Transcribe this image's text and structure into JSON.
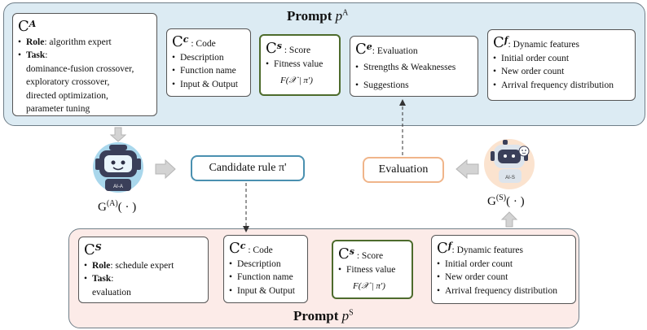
{
  "prompt_a": {
    "title": "Prompt ",
    "title_var": "p",
    "title_sup": "A",
    "ca": {
      "letter": "C",
      "sup": "A",
      "role_key": "Role",
      "role_val": ": algorithm expert",
      "task_key": "Task",
      "task_val": ":",
      "tasks": [
        "dominance-fusion crossover,",
        "exploratory crossover,",
        "directed optimization,",
        "parameter tuning"
      ]
    },
    "cc": {
      "letter": "C",
      "sup": "c",
      "label": " : Code",
      "items": [
        "Description",
        "Function name",
        "Input & Output"
      ]
    },
    "cs": {
      "letter": "C",
      "sup": "s",
      "label": " : Score",
      "items": [
        "Fitness value"
      ],
      "formula": "F(𝒳 | π')"
    },
    "ce": {
      "letter": "C",
      "sup": "e",
      "label": ": Evaluation",
      "items": [
        "Strengths & Weaknesses",
        "Suggestions"
      ]
    },
    "cf": {
      "letter": "C",
      "sup": "f",
      "label": ": Dynamic features",
      "items": [
        "Initial order count",
        "New order count",
        "Arrival frequency distribution"
      ]
    }
  },
  "prompt_s": {
    "title": "Prompt ",
    "title_var": "p",
    "title_sup": "S",
    "cs_role": {
      "letter": "C",
      "sup": "S",
      "role_key": "Role",
      "role_val": ":  schedule expert",
      "task_key": "Task",
      "task_val": ":",
      "tasks": [
        "evaluation"
      ]
    },
    "cc": {
      "letter": "C",
      "sup": "c",
      "label": " : Code",
      "items": [
        "Description",
        "Function name",
        "Input & Output"
      ]
    },
    "cs": {
      "letter": "C",
      "sup": "s",
      "label": " : Score",
      "items": [
        "Fitness value"
      ],
      "formula": "F(𝒳 | π')"
    },
    "cf": {
      "letter": "C",
      "sup": "f",
      "label": ": Dynamic features",
      "items": [
        "Initial order count",
        "New order count",
        "Arrival frequency distribution"
      ]
    }
  },
  "flow": {
    "candidate": "Candidate rule π'",
    "evaluation": "Evaluation",
    "ga_label": "G",
    "ga_sup": "(A)",
    "ga_arg": "( · )",
    "gs_label": "G",
    "gs_sup": "(S)",
    "gs_arg": "( · )",
    "robot_a_badge": "AI-A",
    "robot_s_badge": "AI-S"
  },
  "colors": {
    "panel_a": "#dcebf3",
    "panel_s": "#fcebe8",
    "candidate_border": "#4a90b0",
    "evaluation_border": "#f0b58a",
    "score_border": "#4d6b2c"
  }
}
